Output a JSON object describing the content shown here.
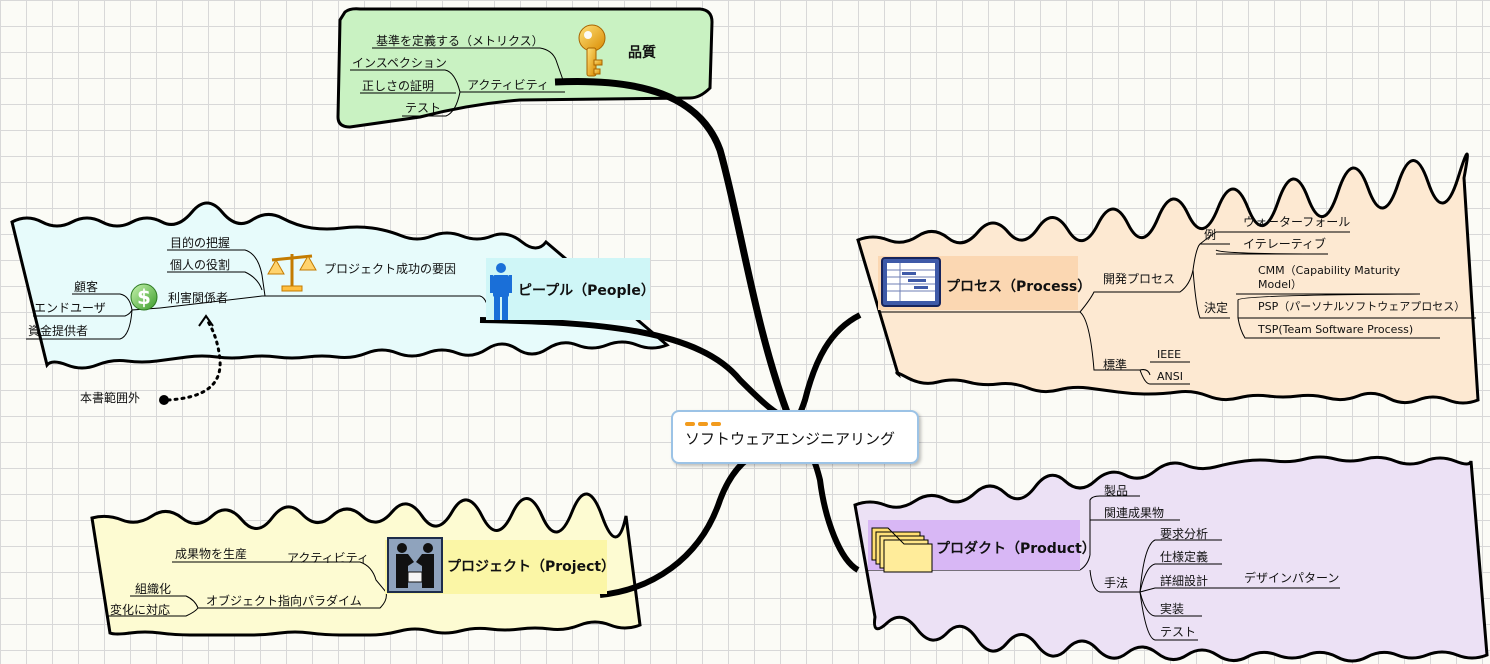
{
  "center": {
    "title": "ソフトウェアエンジニアリング"
  },
  "quality": {
    "title": "品質",
    "icon": "key-icon",
    "color": "#c9f2c2",
    "items": {
      "metrics": "基準を定義する（メトリクス）",
      "activity": "アクティビティ",
      "inspection": "インスペクション",
      "proof": "正しさの証明",
      "test": "テスト"
    }
  },
  "people": {
    "title": "ピープル（People）",
    "icon": "person-icon",
    "color": "#e7fbfb",
    "success_factors": "プロジェクト成功の要因",
    "purpose": "目的の把握",
    "roles": "個人の役割",
    "stakeholders": "利害関係者",
    "customer": "顧客",
    "end_user": "エンドユーザ",
    "funder": "資金提供者",
    "out_of_scope": "本書範囲外"
  },
  "project": {
    "title": "プロジェクト（Project）",
    "icon": "handshake-icon",
    "color": "#fdfbd2",
    "product_creation": "成果物を生産",
    "activity": "アクティビティ",
    "organize": "組織化",
    "adapt": "変化に対応",
    "oo_paradigm": "オブジェクト指向パラダイム"
  },
  "process": {
    "title": "プロセス（Process）",
    "icon": "gantt-chart-icon",
    "color": "#fde9d2",
    "dev_process": "開発プロセス",
    "example": "例",
    "waterfall": "ウォーターフォール",
    "iterative": "イテレーティブ",
    "decision": "決定",
    "cmm": "CMM（Capability Maturity Model）",
    "psp": "PSP（パーソナルソフトウェアプロセス）",
    "tsp": "TSP(Team Software Process)",
    "standard": "標準",
    "ieee": "IEEE",
    "ansi": "ANSI"
  },
  "product": {
    "title": "プロダクト（Product）",
    "icon": "folders-icon",
    "color": "#ece1f5",
    "product": "製品",
    "artifacts": "関連成果物",
    "method": "手法",
    "requirements": "要求分析",
    "spec": "仕様定義",
    "design": "詳細設計",
    "design_patterns": "デザインパターン",
    "implementation": "実装",
    "test": "テスト"
  }
}
